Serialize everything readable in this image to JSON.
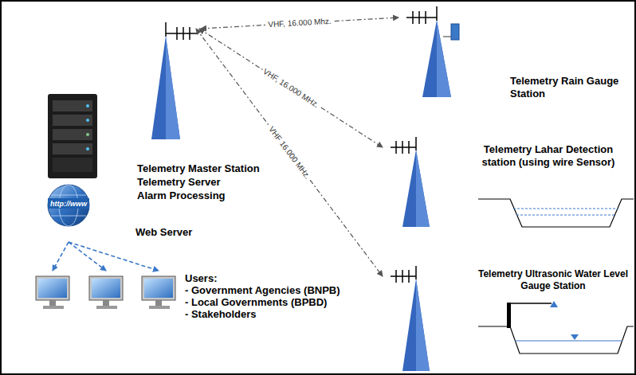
{
  "diagram": {
    "nodes": [
      {
        "text": [
          "Telemetry Master Station",
          "Telemetry Server",
          "Alarm Processing"
        ]
      },
      {
        "text": [
          "Web Server"
        ]
      },
      {
        "text": [
          "Telemetry Rain Gauge Station"
        ]
      },
      {
        "text": [
          "Telemetry Lahar Detection station (using wire Sensor)"
        ]
      },
      {
        "text": [
          "Telemetry Ultrasonic Water Level Gauge Station"
        ]
      },
      {
        "text": [
          "Users:",
          "- Government Agencies (BNPB)",
          "- Local Governments (BPBD)",
          "- Stakeholders"
        ]
      }
    ],
    "edges": [
      {
        "from": 0,
        "to": 2,
        "arrow": "both",
        "label": "VHF, 16.000 Mhz."
      },
      {
        "from": 0,
        "to": 3,
        "arrow": "both",
        "label": "VHF, 16.000 MHz."
      },
      {
        "from": 0,
        "to": 4,
        "arrow": "both",
        "label": "VHF 16.000 MHz."
      },
      {
        "from": 1,
        "to": 5,
        "arrow": "to"
      },
      {
        "from": 1,
        "to": 5,
        "arrow": "to"
      },
      {
        "from": 1,
        "to": 5,
        "arrow": "to"
      }
    ],
    "labels": [
      "http://www"
    ]
  }
}
